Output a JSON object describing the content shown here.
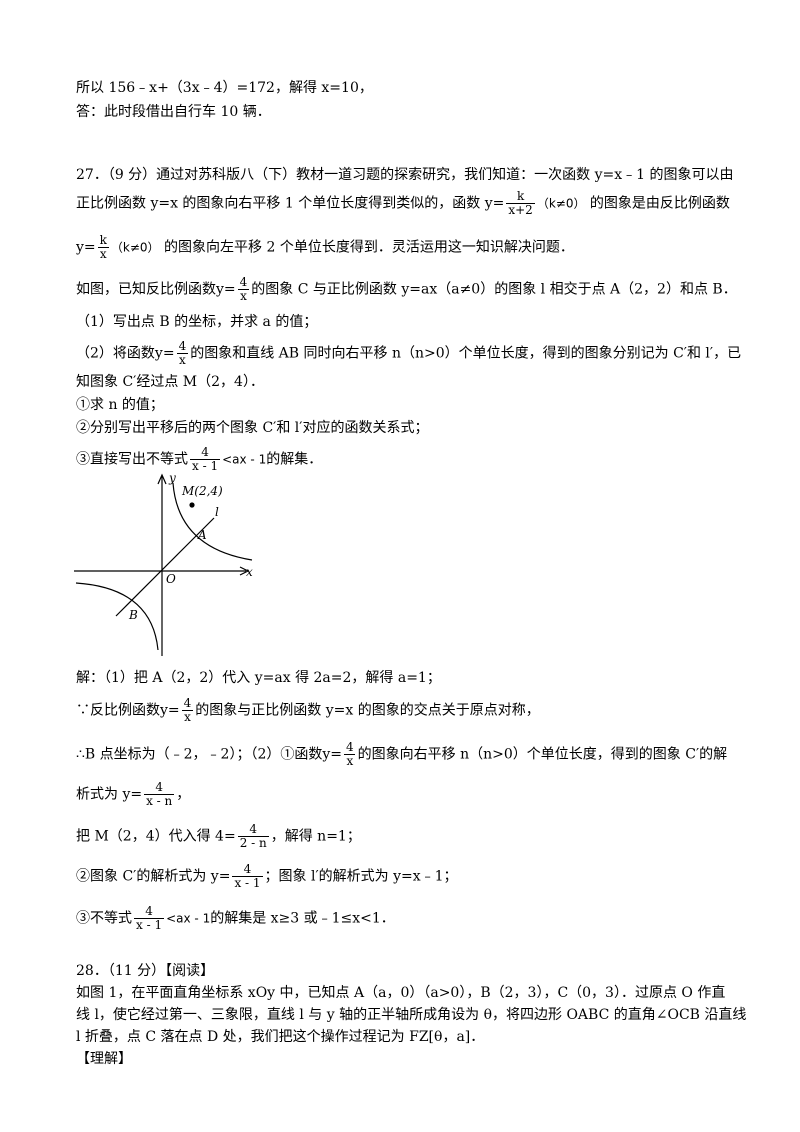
{
  "top": {
    "line1": "所以 156﹣x+（3x﹣4）=172，解得 x=10，",
    "line2": "答：此时段借出自行车 10 辆．"
  },
  "q27": {
    "intro1": "27．（9 分）通过对苏科版八（下）教材一道习题的探索研究，我们知道：一次函数 y=x﹣1 的图象可以由",
    "intro2a": "正比例函数 y=x 的图象向右平移 1 个单位长度得到类似的，函数",
    "intro2_y": "y=",
    "intro2_num": "k",
    "intro2_den": "x+2",
    "intro2_cond": "（k≠0）",
    "intro2b": "的图象是由反比例函数",
    "intro3_y": "y=",
    "intro3_num": "k",
    "intro3_den": "x",
    "intro3_cond": "（k≠0）",
    "intro3b": "的图象向左平移 2 个单位长度得到．灵活运用这一知识解决问题．",
    "fig_a": "如图，已知反比例函数",
    "fig_y": "y=",
    "fig_num": "4",
    "fig_den": "x",
    "fig_b": "的图象 C 与正比例函数 y=ax（a≠0）的图象 l 相交于点 A（2，2）和点 B．",
    "p1": "（1）写出点 B 的坐标，并求 a 的值；",
    "p2a": "（2）将函数",
    "p2_y": "y=",
    "p2_num": "4",
    "p2_den": "x",
    "p2b": "的图象和直线 AB 同时向右平移 n（n>0）个单位长度，得到的图象分别记为 C′和 l′，已",
    "p2c": "知图象 C′经过点 M（2，4）．",
    "s1": "①求 n 的值；",
    "s2": "②分别写出平移后的两个图象 C′和 l′对应的函数关系式；",
    "s3a": "③直接写出不等式",
    "s3_num": "4",
    "s3_den": "x - 1",
    "s3_rel": "<ax - 1",
    "s3b": "的解集．"
  },
  "figure": {
    "label_y": "y",
    "label_x": "x",
    "label_O": "O",
    "label_M": "M(2,4)",
    "label_A": "A",
    "label_B": "B",
    "label_l": "l"
  },
  "solution": {
    "l1": "解：（1）把 A（2，2）代入 y=ax 得 2a=2，解得 a=1；",
    "l2a": "∵反比例函数",
    "l2_y": "y=",
    "l2_num": "4",
    "l2_den": "x",
    "l2b": "的图象与正比例函数 y=x 的图象的交点关于原点对称，",
    "l3a": "∴B 点坐标为（﹣2，﹣2）；（2）①函数",
    "l3_y": "y=",
    "l3_num": "4",
    "l3_den": "x",
    "l3b": "的图象向右平移 n（n>0）个单位长度，得到的图象 C′的解",
    "l4a": "析式为 y=",
    "l4_num": "4",
    "l4_den": "x - n",
    "l4b": "，",
    "l5a": "把 M（2，4）代入得 4=",
    "l5_num": "4",
    "l5_den": "2 - n",
    "l5b": "，解得 n=1；",
    "l6a": "②图象 C′的解析式为 y=",
    "l6_num": "4",
    "l6_den": "x - 1",
    "l6b": "；图象 l′的解析式为 y=x﹣1；",
    "l7a": "③不等式",
    "l7_num": "4",
    "l7_den": "x - 1",
    "l7_rel": "<ax - 1",
    "l7b": "的解集是 x≥3 或﹣1≤x<1．"
  },
  "q28": {
    "l1": "28．（11 分）【阅读】",
    "l2": "如图 1，在平面直角坐标系 xOy 中，已知点 A（a，0）（a>0），B（2，3），C（0，3）．过原点 O 作直",
    "l3": "线 l，使它经过第一、三象限，直线 l 与 y 轴的正半轴所成角设为 θ，将四边形 OABC 的直角∠OCB 沿直线",
    "l4": "l 折叠，点 C 落在点 D 处，我们把这个操作过程记为 FZ[θ，a]．",
    "l5": "【理解】"
  }
}
